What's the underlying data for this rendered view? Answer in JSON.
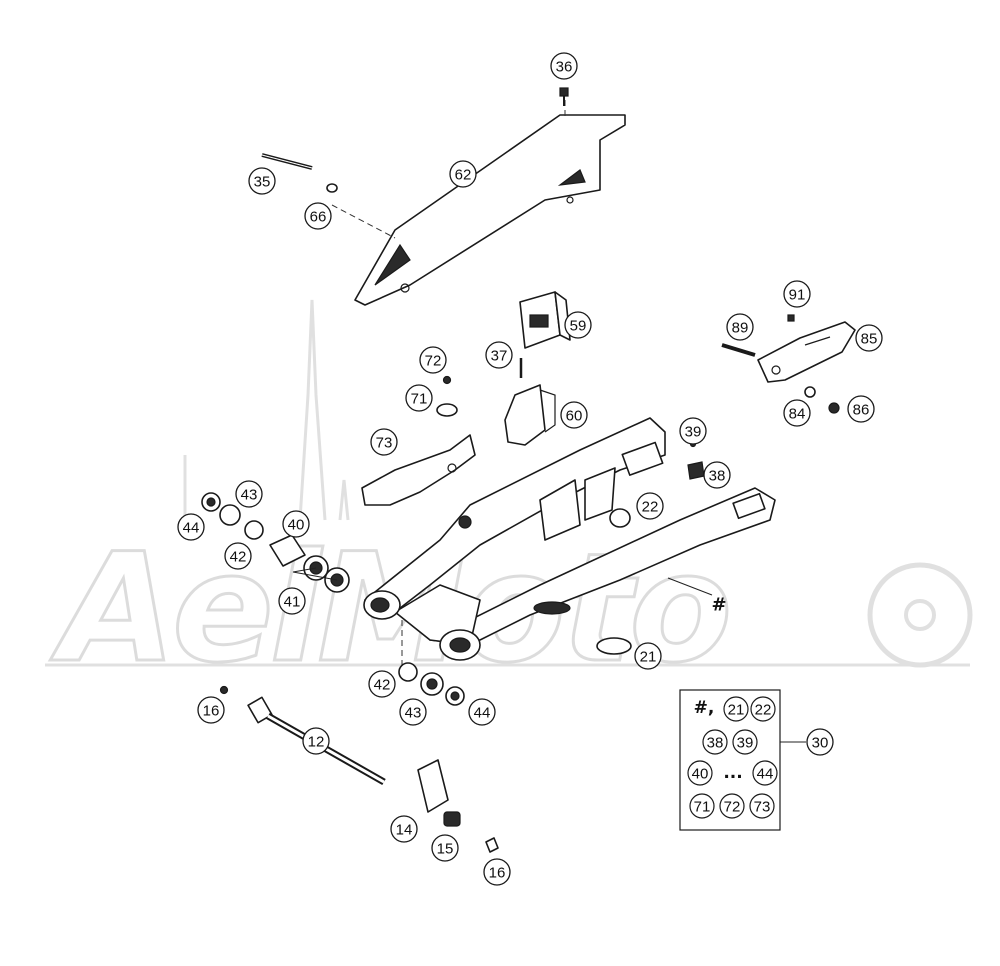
{
  "watermark": {
    "text": "AelMoto",
    "color": "#d9d9d9"
  },
  "callouts": [
    {
      "id": "c36",
      "label": "36"
    },
    {
      "id": "c35",
      "label": "35"
    },
    {
      "id": "c62",
      "label": "62"
    },
    {
      "id": "c66",
      "label": "66"
    },
    {
      "id": "c91",
      "label": "91"
    },
    {
      "id": "c89",
      "label": "89"
    },
    {
      "id": "c85",
      "label": "85"
    },
    {
      "id": "c84",
      "label": "84"
    },
    {
      "id": "c86",
      "label": "86"
    },
    {
      "id": "c59",
      "label": "59"
    },
    {
      "id": "c72",
      "label": "72"
    },
    {
      "id": "c37",
      "label": "37"
    },
    {
      "id": "c71",
      "label": "71"
    },
    {
      "id": "c60",
      "label": "60"
    },
    {
      "id": "c39",
      "label": "39"
    },
    {
      "id": "c38",
      "label": "38"
    },
    {
      "id": "c73",
      "label": "73"
    },
    {
      "id": "c43a",
      "label": "43"
    },
    {
      "id": "c44a",
      "label": "44"
    },
    {
      "id": "c40",
      "label": "40"
    },
    {
      "id": "c42a",
      "label": "42"
    },
    {
      "id": "c22",
      "label": "22"
    },
    {
      "id": "c41",
      "label": "41"
    },
    {
      "id": "c21",
      "label": "21"
    },
    {
      "id": "c42b",
      "label": "42"
    },
    {
      "id": "c43b",
      "label": "43"
    },
    {
      "id": "c44b",
      "label": "44"
    },
    {
      "id": "c16a",
      "label": "16"
    },
    {
      "id": "c12",
      "label": "12"
    },
    {
      "id": "c14",
      "label": "14"
    },
    {
      "id": "c15",
      "label": "15"
    },
    {
      "id": "c16b",
      "label": "16"
    },
    {
      "id": "c30",
      "label": "30"
    }
  ],
  "hash_marker": "#",
  "legend": {
    "hash": "#,",
    "dots": "...",
    "rows": [
      [
        "21",
        "22"
      ],
      [
        "38",
        "39"
      ],
      [
        "40",
        "44"
      ],
      [
        "71",
        "72",
        "73"
      ]
    ]
  }
}
